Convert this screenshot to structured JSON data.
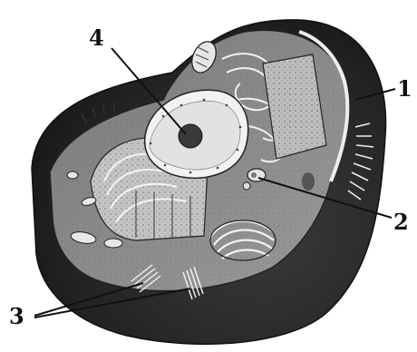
{
  "diagram": {
    "labels": [
      {
        "id": "1",
        "text": "1"
      },
      {
        "id": "2",
        "text": "2"
      },
      {
        "id": "3",
        "text": "3"
      },
      {
        "id": "4",
        "text": "4"
      }
    ]
  },
  "colors": {
    "ink": "#111111",
    "shell_dark": "#2a2a2a",
    "cytoplasm": "#8c8c8c",
    "organelle_light": "#d9d9d9",
    "nucleus_light": "#efefef",
    "nucleolus": "#3a3a3a"
  }
}
